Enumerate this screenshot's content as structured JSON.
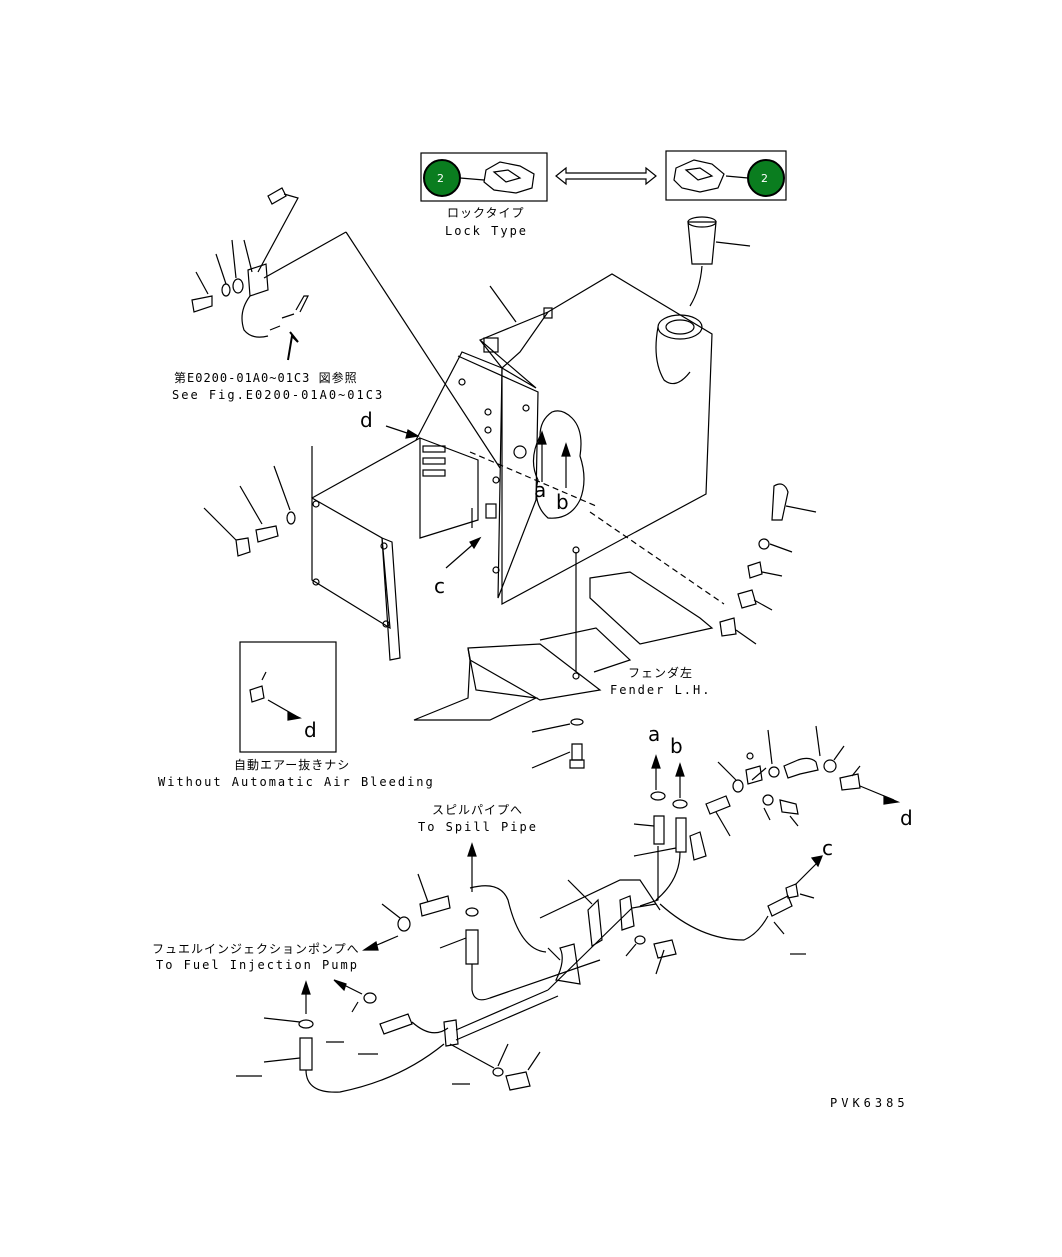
{
  "diagram": {
    "lock_type": {
      "jp": "ロックタイプ",
      "en": "Lock Type",
      "badge_left": "2",
      "badge_right": "2",
      "badge_color": "#0a7d1f"
    },
    "see_fig": {
      "jp": "第E0200-01A0~01C3 図参照",
      "en": "See Fig.E0200-01A0~01C3"
    },
    "fender": {
      "jp": "フェンダ左",
      "en": "Fender L.H."
    },
    "without_air": {
      "jp": "自動エアー抜きナシ",
      "en": "Without Automatic Air Bleeding"
    },
    "spill_pipe": {
      "jp": "スピルパイプへ",
      "en": "To Spill Pipe"
    },
    "fuel_pump": {
      "jp": "フュエルインジェクションポンプへ",
      "en": "To Fuel Injection Pump"
    },
    "markers": {
      "a": "a",
      "b": "b",
      "c": "c",
      "d": "d"
    },
    "code": "PVK6385"
  }
}
